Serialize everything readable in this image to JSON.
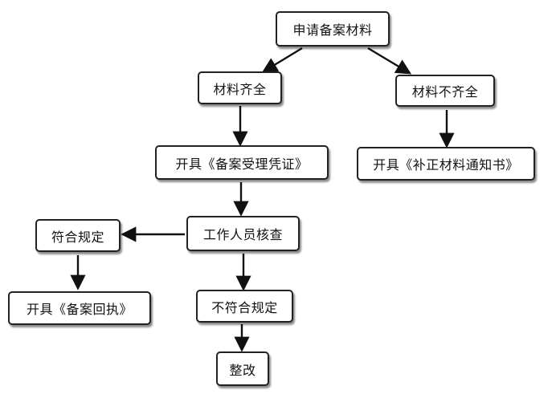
{
  "nodes": {
    "apply": "申请备案材料",
    "complete": "材料齐全",
    "incomplete": "材料不齐全",
    "receipt": "开具《备案受理凭证》",
    "supplement": "开具《补正材料通知书》",
    "review": "工作人员核查",
    "compliant": "符合规定",
    "noncompliant": "不符合规定",
    "record": "开具《备案回执》",
    "rectify": "整改"
  },
  "colors": {
    "border": "#222222",
    "arrow": "#111111",
    "text": "#111111"
  }
}
